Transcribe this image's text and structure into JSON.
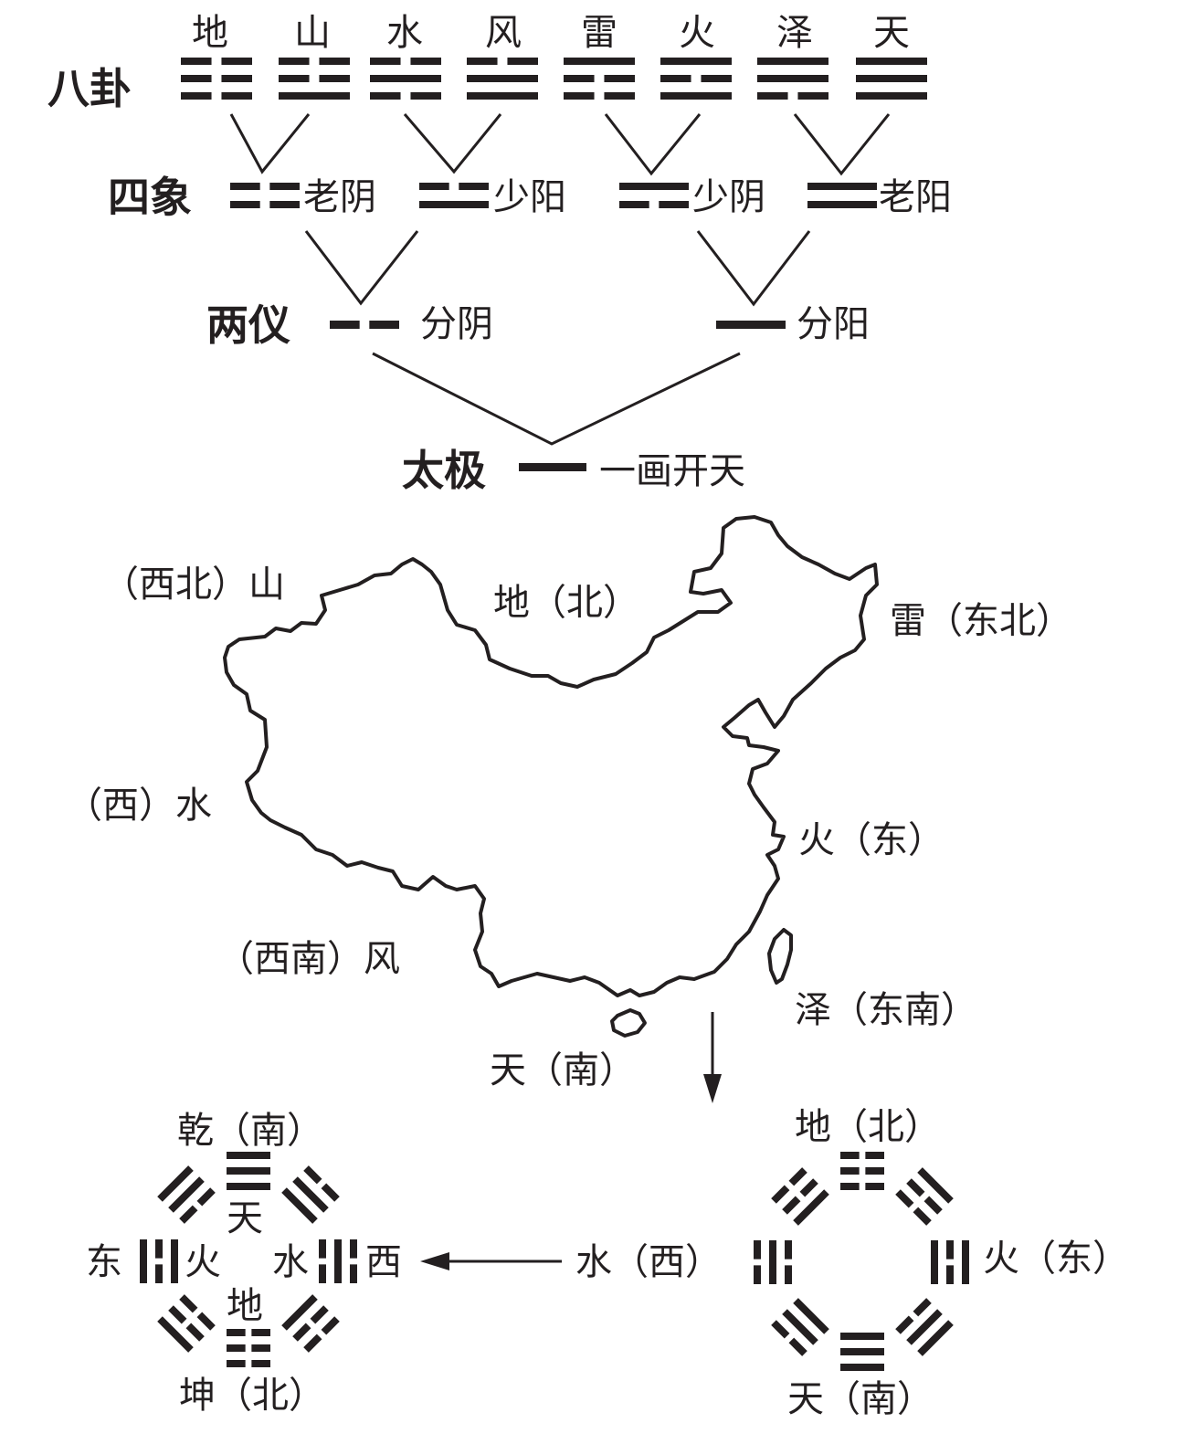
{
  "colors": {
    "ink": "#231f20",
    "background": "#ffffff"
  },
  "levels": {
    "bagua": "八卦",
    "sixiang": "四象",
    "liangyi": "两仪",
    "taiji": "太极"
  },
  "bagua": [
    {
      "name": "地",
      "lines": [
        0,
        0,
        0
      ]
    },
    {
      "name": "山",
      "lines": [
        1,
        0,
        0
      ]
    },
    {
      "name": "水",
      "lines": [
        0,
        1,
        0
      ]
    },
    {
      "name": "风",
      "lines": [
        1,
        1,
        0
      ]
    },
    {
      "name": "雷",
      "lines": [
        0,
        0,
        1
      ]
    },
    {
      "name": "火",
      "lines": [
        1,
        0,
        1
      ]
    },
    {
      "name": "泽",
      "lines": [
        0,
        1,
        1
      ]
    },
    {
      "name": "天",
      "lines": [
        1,
        1,
        1
      ]
    }
  ],
  "sixiang": [
    {
      "name": "老阴",
      "lines": [
        0,
        0
      ]
    },
    {
      "name": "少阳",
      "lines": [
        1,
        0
      ]
    },
    {
      "name": "少阴",
      "lines": [
        0,
        1
      ]
    },
    {
      "name": "老阳",
      "lines": [
        1,
        1
      ]
    }
  ],
  "liangyi": [
    {
      "name": "分阴",
      "lines": [
        0
      ]
    },
    {
      "name": "分阳",
      "lines": [
        1
      ]
    }
  ],
  "taiji": {
    "note": "一画开天"
  },
  "map_labels": {
    "northwest": "（西北）山",
    "north": "地（北）",
    "northeast": "雷（东北）",
    "west": "（西）水",
    "east": "火（东）",
    "southwest": "（西南）风",
    "southeast": "泽（东南）",
    "south": "天（南）"
  },
  "left_wheel": {
    "top_label": "乾（南）",
    "bottom_label": "坤（北）",
    "left_dir": "东",
    "right_dir": "西",
    "inner_top": "天",
    "inner_bottom": "地",
    "inner_left": "火",
    "inner_right": "水"
  },
  "right_wheel": {
    "top_label": "地（北）",
    "bottom_label": "天（南）",
    "left_label": "水（西）",
    "right_label": "火（东）"
  }
}
